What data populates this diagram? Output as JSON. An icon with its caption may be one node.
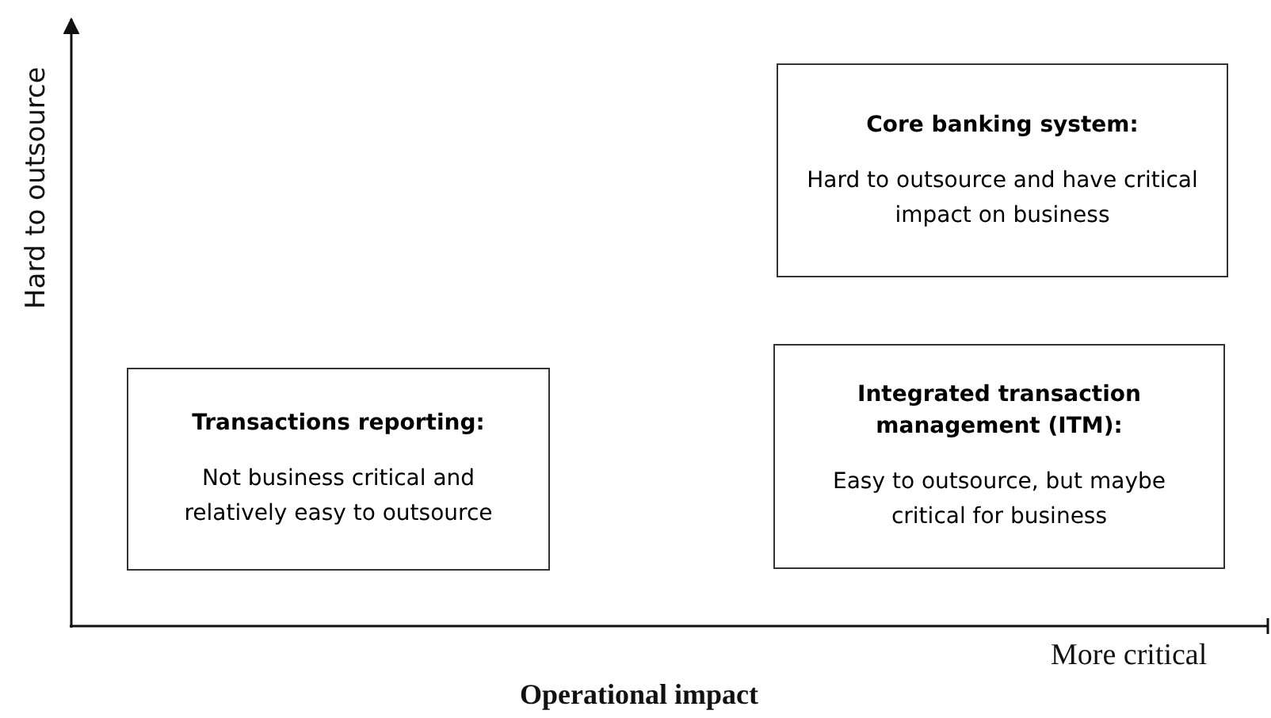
{
  "diagram": {
    "nodes": [
      {
        "text": [
          "Core banking system:",
          "Hard to outsource and have critical impact on business"
        ]
      },
      {
        "text": [
          "Transactions reporting:",
          "Not business critical and relatively easy to outsource"
        ]
      },
      {
        "text": [
          "Integrated transaction management (ITM):",
          "Easy to outsource, but maybe critical for business"
        ]
      }
    ],
    "labels": [
      "Hard to outsource",
      "More critical",
      "Operational impact"
    ]
  }
}
